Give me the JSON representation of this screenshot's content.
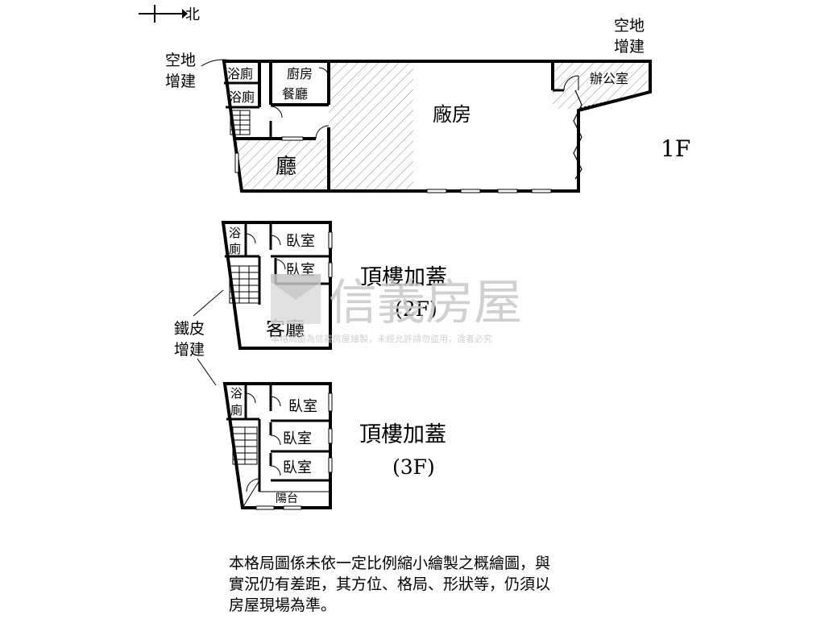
{
  "compass": {
    "north": "北"
  },
  "floor1": {
    "label": "1F",
    "rooms": {
      "bath1": "浴廁",
      "bath2": "浴廁",
      "kitchen": "廚房",
      "dining": "餐廳",
      "hall": "廳",
      "factory": "廠房",
      "office": "辦公室"
    },
    "annex_left": [
      "空地",
      "增建"
    ],
    "annex_right": [
      "空地",
      "增建"
    ]
  },
  "floor2": {
    "title": "頂樓加蓋",
    "subtitle": "(2F)",
    "rooms": {
      "bath": [
        "浴",
        "廁"
      ],
      "bedroom1": "臥室",
      "bedroom2": "臥室",
      "living": "客廳"
    }
  },
  "iron_annex": [
    "鐵皮",
    "增建"
  ],
  "floor3": {
    "title": "頂樓加蓋",
    "subtitle": "(3F)",
    "rooms": {
      "bath": [
        "浴",
        "廁"
      ],
      "bedroom1": "臥室",
      "bedroom2": "臥室",
      "bedroom3": "臥室",
      "balcony": "陽台"
    }
  },
  "watermark": {
    "brand": "信義房屋",
    "notice": "本格局圖為信義房屋繪製，未經允許請勿盜用，違者必究"
  },
  "disclaimer": [
    "本格局圖係未依一定比例縮小繪製之概繪圖，與",
    "實況仍有差距，其方位、格局、形狀等，仍須以",
    "房屋現場為準。"
  ]
}
